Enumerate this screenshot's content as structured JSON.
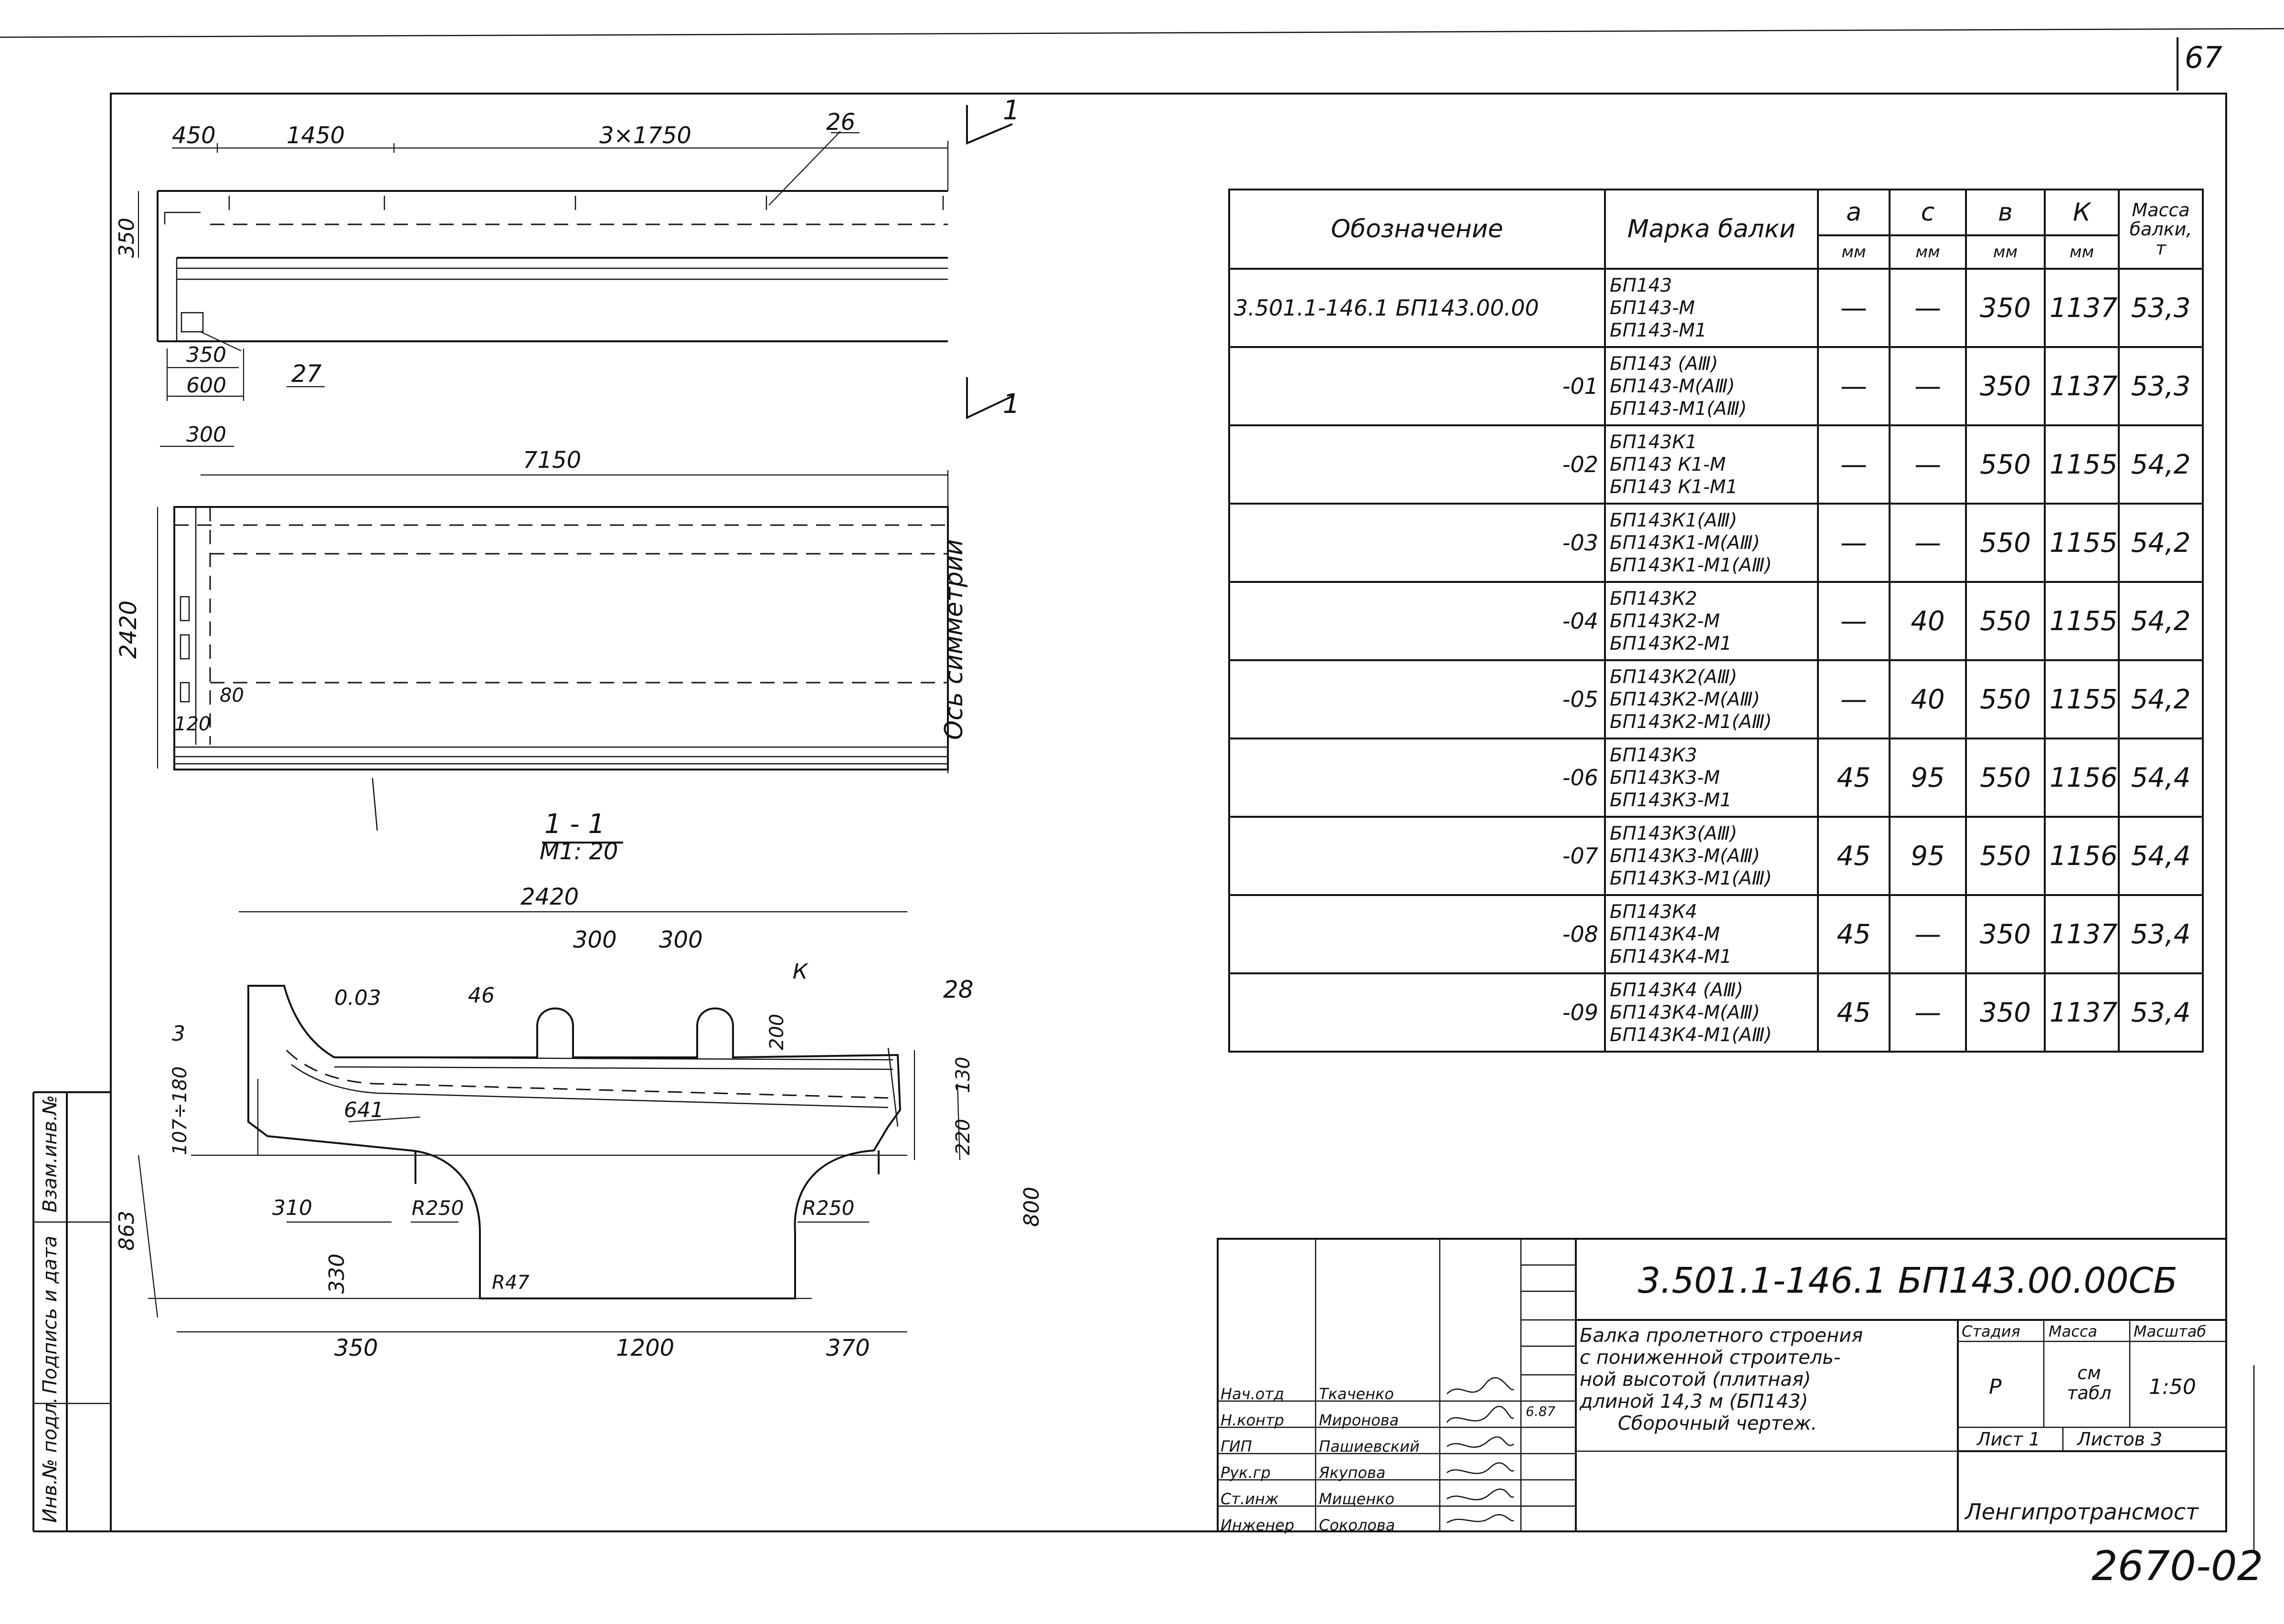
{
  "sheet_number": "67",
  "archive_number": "2670-02",
  "drawing": {
    "plan_dims": {
      "d450": "450",
      "d1450": "1450",
      "d3x1750": "3×1750",
      "callout26": "26",
      "section_mark": "1"
    },
    "elev_dims": {
      "d350": "350",
      "d350b": "350",
      "d600": "600",
      "callout27": "27"
    },
    "plan2_dims": {
      "d300": "300",
      "d7150": "7150",
      "d2420": "2420",
      "d80": "80",
      "d120": "120",
      "axis_label": "Ось симметрии"
    },
    "section_title": "1 - 1",
    "section_scale": "М1: 20",
    "section_dims": {
      "d2420": "2420",
      "d300a": "300",
      "d300b": "300",
      "k": "К",
      "d003": "0.03",
      "d46": "46",
      "d28": "28",
      "d200": "200",
      "d130": "130",
      "d220": "220",
      "d107_180": "107÷180",
      "d641": "641",
      "d3": "3",
      "d310": "310",
      "r250a": "R250",
      "r250b": "R250",
      "d800": "800",
      "d863": "863",
      "d330": "330",
      "r47": "R47",
      "d350": "350",
      "d1200": "1200",
      "d370": "370"
    }
  },
  "table": {
    "headers": {
      "designation": "Обозначение",
      "mark": "Марка балки",
      "a": "а",
      "c": "с",
      "b": "в",
      "k": "К",
      "mass": "Масса балки, т",
      "unit": "мм"
    },
    "rows": [
      {
        "des": "3.501.1-146.1  БП143.00.00",
        "marks": "БП143\nБП143-М\nБП143-М1",
        "a": "—",
        "c": "—",
        "b": "350",
        "k": "1137",
        "mass": "53,3"
      },
      {
        "des": "-01",
        "marks": "БП143 (АⅢ)\nБП143-М(АⅢ)\nБП143-М1(АⅢ)",
        "a": "—",
        "c": "—",
        "b": "350",
        "k": "1137",
        "mass": "53,3"
      },
      {
        "des": "-02",
        "marks": "БП143К1\nБП143 К1-М\nБП143 К1-М1",
        "a": "—",
        "c": "—",
        "b": "550",
        "k": "1155",
        "mass": "54,2"
      },
      {
        "des": "-03",
        "marks": "БП143К1(АⅢ)\nБП143К1-М(АⅢ)\nБП143К1-М1(АⅢ)",
        "a": "—",
        "c": "—",
        "b": "550",
        "k": "1155",
        "mass": "54,2"
      },
      {
        "des": "-04",
        "marks": "БП143К2\nБП143К2-М\nБП143К2-М1",
        "a": "—",
        "c": "40",
        "b": "550",
        "k": "1155",
        "mass": "54,2"
      },
      {
        "des": "-05",
        "marks": "БП143К2(АⅢ)\nБП143К2-М(АⅢ)\nБП143К2-М1(АⅢ)",
        "a": "—",
        "c": "40",
        "b": "550",
        "k": "1155",
        "mass": "54,2"
      },
      {
        "des": "-06",
        "marks": "БП143К3\nБП143К3-М\nБП143К3-М1",
        "a": "45",
        "c": "95",
        "b": "550",
        "k": "1156",
        "mass": "54,4"
      },
      {
        "des": "-07",
        "marks": "БП143К3(АⅢ)\nБП143К3-М(АⅢ)\nБП143К3-М1(АⅢ)",
        "a": "45",
        "c": "95",
        "b": "550",
        "k": "1156",
        "mass": "54,4"
      },
      {
        "des": "-08",
        "marks": "БП143К4\nБП143К4-М\nБП143К4-М1",
        "a": "45",
        "c": "—",
        "b": "350",
        "k": "1137",
        "mass": "53,4"
      },
      {
        "des": "-09",
        "marks": "БП143К4 (АⅢ)\nБП143К4-М(АⅢ)\nБП143К4-М1(АⅢ)",
        "a": "45",
        "c": "—",
        "b": "350",
        "k": "1137",
        "mass": "53,4"
      }
    ]
  },
  "title_block": {
    "code": "3.501.1-146.1     БП143.00.00СБ",
    "title_lines": [
      "Балка пролетного строения",
      "с пониженной строитель-",
      "ной высотой (плитная)",
      "длиной 14,3 м    (БП143)",
      "Сборочный чертеж."
    ],
    "stage_label": "Стадия",
    "mass_label": "Масса",
    "scale_label": "Масштаб",
    "stage": "Р",
    "mass": "см табл",
    "scale": "1:50",
    "sheet_label": "Лист 1",
    "sheets_label": "Листов 3",
    "org": "Ленгипротрансмост",
    "roles": [
      "Нач.отд",
      "Н.контр",
      "ГИП",
      "Рук.гр",
      "Ст.инж",
      "Инженер"
    ],
    "names": [
      "Ткаченко",
      "Миронова",
      "Пашиевский",
      "Якупова",
      "Мищенко",
      "Соколова"
    ],
    "date": "6.87"
  },
  "margin_labels": [
    "Инв.№ подл.",
    "Подпись и дата",
    "Взам.инв.№"
  ]
}
